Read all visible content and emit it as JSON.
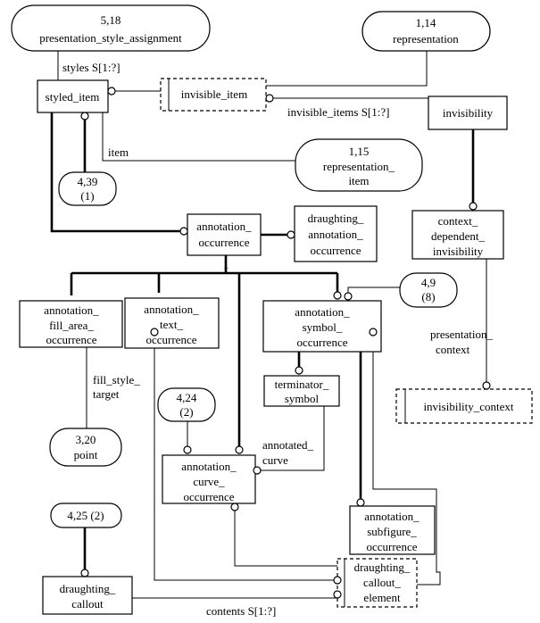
{
  "entities": {
    "styled_item": [
      "styled_item"
    ],
    "invisible_item": [
      "invisible_item"
    ],
    "invisibility": [
      "invisibility"
    ],
    "annotation_occurrence": [
      "annotation_",
      "occurrence"
    ],
    "draughting_annotation_occurrence": [
      "draughting_",
      "annotation_",
      "occurrence"
    ],
    "context_dependent_invisibility": [
      "context_",
      "dependent_",
      "invisibility"
    ],
    "annotation_fill_area_occurrence": [
      "annotation_",
      "fill_area_",
      "occurrence"
    ],
    "annotation_text_occurrence": [
      "annotation_",
      "text_",
      "occurrence"
    ],
    "annotation_symbol_occurrence": [
      "annotation_",
      "symbol_",
      "occurrence"
    ],
    "terminator_symbol": [
      "terminator_",
      "symbol"
    ],
    "invisibility_context": [
      "invisibility_context"
    ],
    "annotation_curve_occurrence": [
      "annotation_",
      "curve_",
      "occurrence"
    ],
    "annotation_subfigure_occurrence": [
      "annotation_",
      "subfigure_",
      "occurrence"
    ],
    "draughting_callout_element": [
      "draughting_",
      "callout_",
      "element"
    ],
    "draughting_callout": [
      "draughting_",
      "callout"
    ]
  },
  "references": {
    "presentation_style_assignment": [
      "5,18",
      "presentation_style_assignment"
    ],
    "representation": [
      "1,14",
      "representation"
    ],
    "representation_item": [
      "1,15",
      "representation_",
      "item"
    ],
    "ref_4_39": [
      "4,39",
      "(1)"
    ],
    "ref_4_9": [
      "4,9",
      "(8)"
    ],
    "point": [
      "3,20",
      "point"
    ],
    "ref_4_24": [
      "4,24",
      "(2)"
    ],
    "ref_4_25": [
      "4,25 (2)"
    ]
  },
  "labels": {
    "styles": "styles S[1:?]",
    "invisible_items": "invisible_items S[1:?]",
    "item": "item",
    "one": "1",
    "presentation_context": [
      "presentation_",
      "context"
    ],
    "fill_style_target": [
      "fill_style_",
      "target"
    ],
    "annotated_curve": [
      "annotated_",
      "curve"
    ],
    "contents": "contents S[1:?]"
  }
}
